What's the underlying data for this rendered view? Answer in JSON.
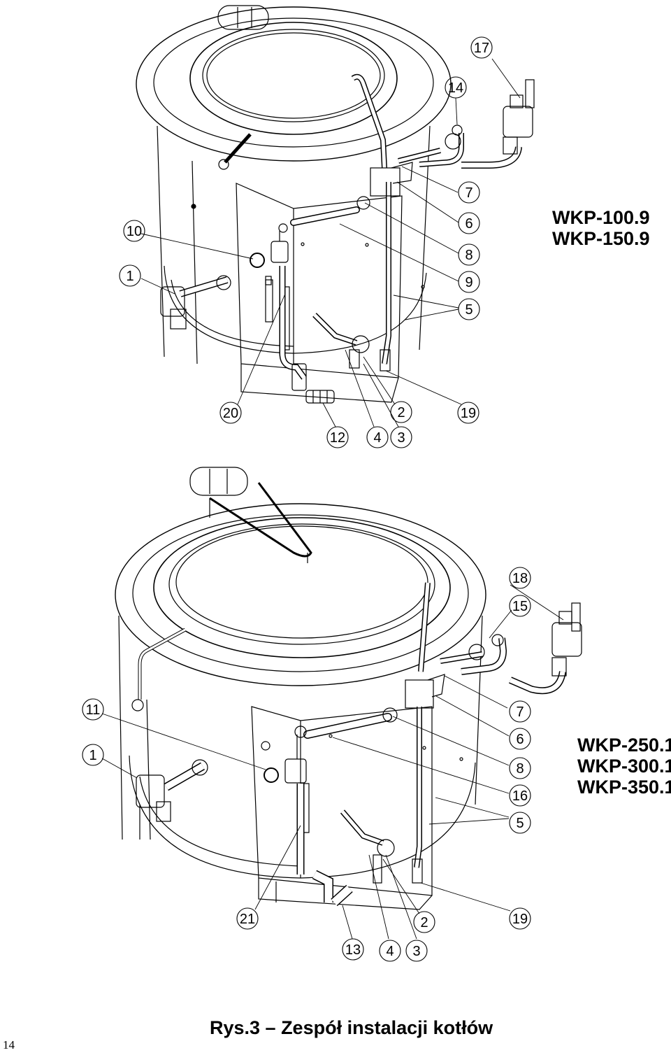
{
  "top_assembly": {
    "models": [
      "WKP-100.9",
      "WKP-150.9"
    ],
    "callouts": [
      "17",
      "14",
      "7",
      "6",
      "10",
      "8",
      "1",
      "9",
      "5",
      "20",
      "2",
      "19",
      "12",
      "4",
      "3"
    ]
  },
  "bottom_assembly": {
    "models": [
      "WKP-250.1",
      "WKP-300.1",
      "WKP-350.1"
    ],
    "callouts": [
      "18",
      "15",
      "11",
      "7",
      "1",
      "6",
      "8",
      "16",
      "5",
      "21",
      "2",
      "19",
      "13",
      "4",
      "3"
    ]
  },
  "caption": "Rys.3 – Zespół instalacji kotłów",
  "page_number": "14"
}
